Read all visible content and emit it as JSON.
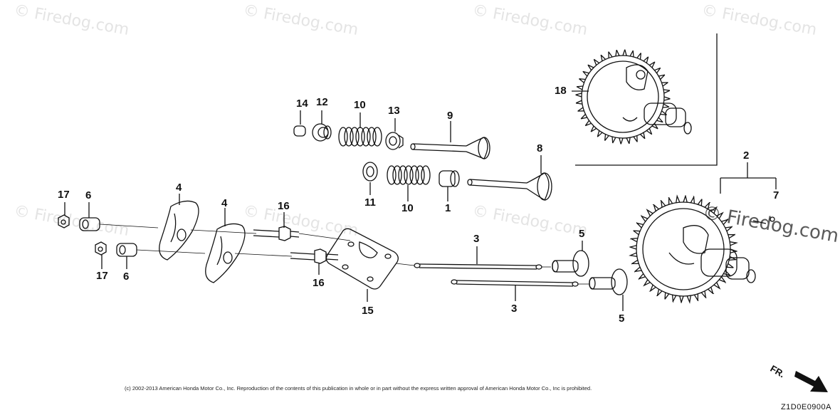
{
  "watermark_text": "© Firedog.com",
  "callouts": [
    "1",
    "2",
    "3",
    "4",
    "5",
    "6",
    "7",
    "8",
    "9",
    "10",
    "11",
    "12",
    "13",
    "14",
    "15",
    "16",
    "17",
    "18"
  ],
  "copyright": "(c) 2002-2013 American Honda Motor Co., Inc. Reproduction of the contents of this publication in whole or in part without the express written approval of American Honda Motor Co., Inc is prohibited.",
  "diagram_code": "Z1D0E0900A",
  "direction_label": "FR."
}
